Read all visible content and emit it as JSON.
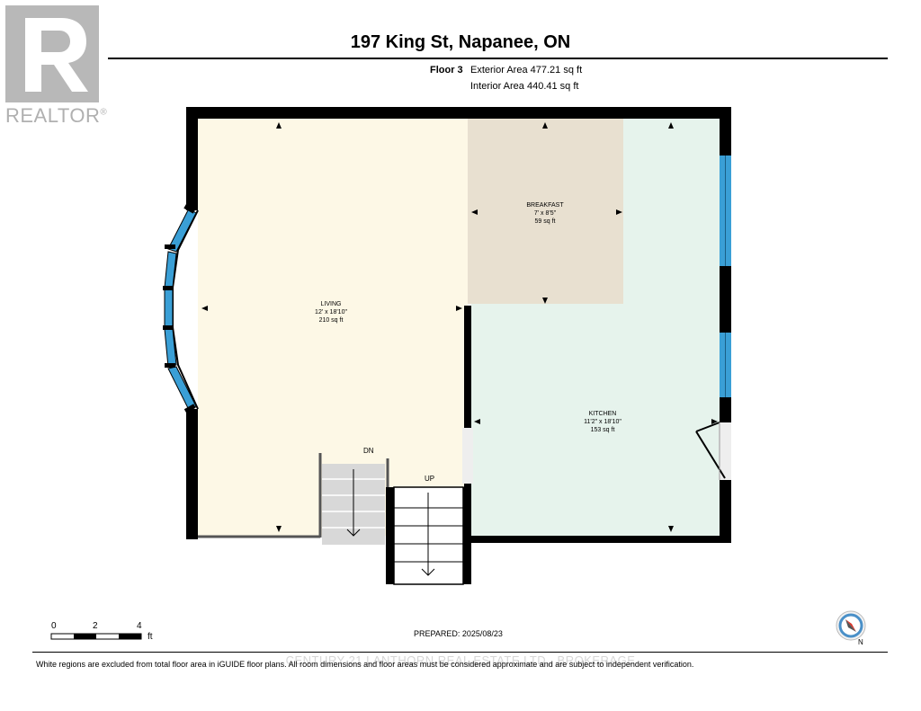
{
  "header": {
    "title": "197 King St, Napanee, ON",
    "floor": "Floor 3",
    "exterior_area": "Exterior Area 477.21 sq ft",
    "interior_area": "Interior Area 440.41 sq ft"
  },
  "logo": {
    "text": "REALTOR",
    "mark": "®"
  },
  "rooms": {
    "living": {
      "name": "LIVING",
      "dims": "12' x 18'10\"",
      "area": "210 sq ft"
    },
    "breakfast": {
      "name": "BREAKFAST",
      "dims": "7' x 8'5\"",
      "area": "59 sq ft"
    },
    "kitchen": {
      "name": "KITCHEN",
      "dims": "11'2\" x 18'10\"",
      "area": "153 sq ft"
    }
  },
  "stairs": {
    "down": "DN",
    "up": "UP"
  },
  "scale": {
    "t0": "0",
    "t1": "2",
    "t2": "4",
    "unit": "ft"
  },
  "prepared": "PREPARED: 2025/08/23",
  "watermark": "CENTURY 21 LANTHORN REAL ESTATE LTD., BROKERAGE",
  "footnote": "White regions are excluded from total floor area in iGUIDE floor plans. All room dimensions and floor areas must be considered approximate and are subject to independent verification.",
  "compass": {
    "label": "N"
  },
  "colors": {
    "living": "#fdf8e6",
    "breakfast": "#e8e0d0",
    "kitchen": "#e6f3ec",
    "wall": "#000000",
    "window": "#3a9fd6",
    "stairs": "#d8d8d8",
    "compass_needle": "#d9352a"
  }
}
